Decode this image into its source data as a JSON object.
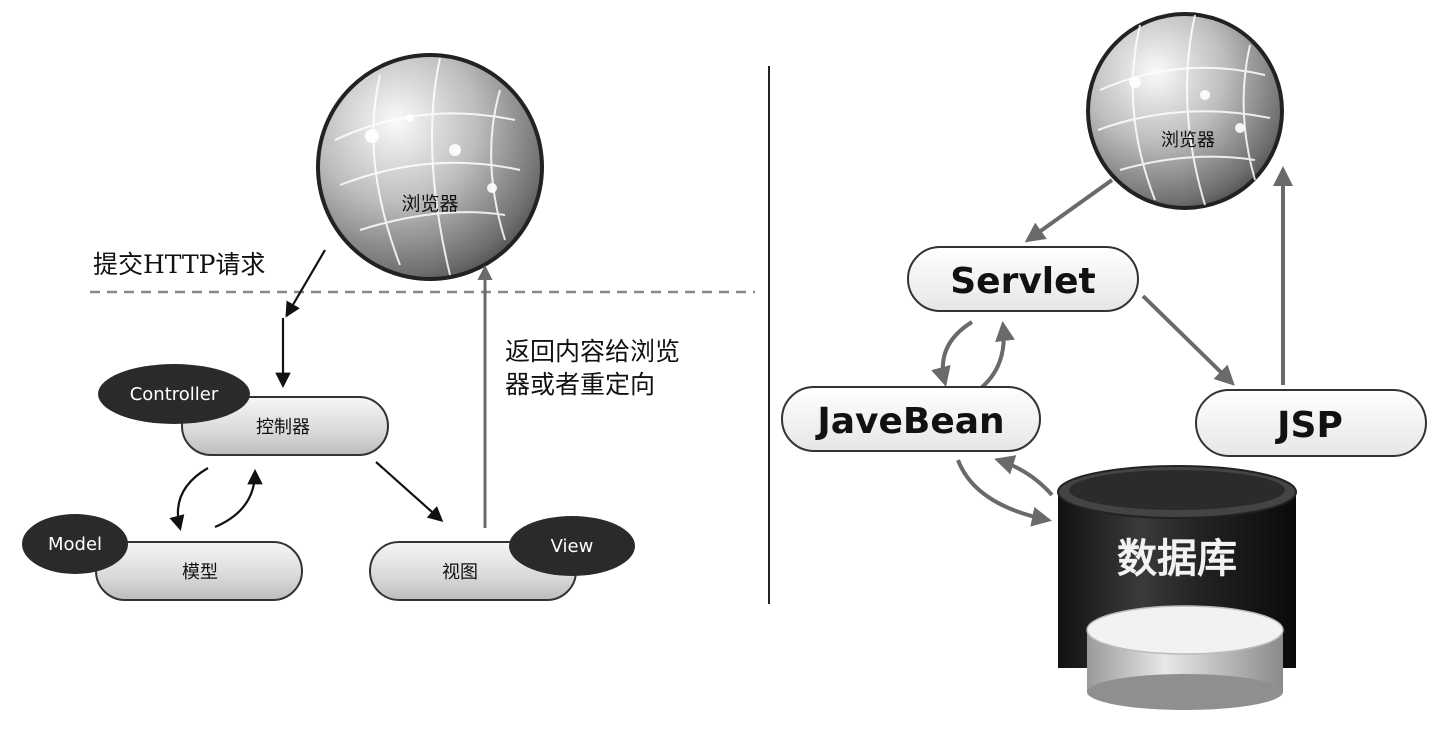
{
  "left": {
    "browser_label": "浏览器",
    "submit_label": "提交HTTP请求",
    "return_line1": "返回内容给浏览",
    "return_line2": "器或者重定向",
    "controller_tag": "Controller",
    "controller_label": "控制器",
    "model_tag": "Model",
    "model_label": "模型",
    "view_tag": "View",
    "view_label": "视图"
  },
  "right": {
    "browser_label": "浏览器",
    "servlet_label": "Servlet",
    "javabean_label": "JaveBean",
    "jsp_label": "JSP",
    "database_label": "数据库"
  }
}
